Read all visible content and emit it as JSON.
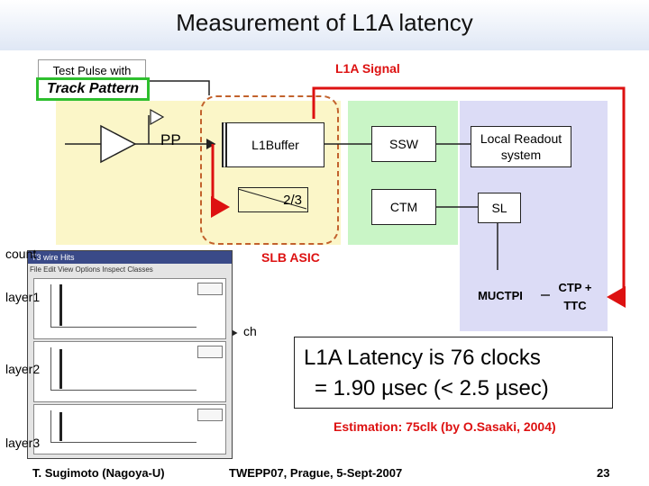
{
  "slide": {
    "title": "Measurement of L1A latency",
    "footer_left": "T. Sugimoto (Nagoya-U)",
    "footer_center": "TWEPP07, Prague, 5-Sept-2007",
    "page_number": "23"
  },
  "diagram": {
    "test_pulse_line1": "Test Pulse with",
    "test_pulse_line2": "Track Pattern",
    "l1a_signal": "L1A Signal",
    "pp": "PP",
    "l1buffer": "L1Buffer",
    "two_thirds": "2/3",
    "ssw": "SSW",
    "ctm": "CTM",
    "local_readout": "Local Readout system",
    "sl": "SL",
    "slb_asic": "SLB ASIC",
    "muctpi": "MUCTPI",
    "ctp_ttc": "CTP + TTC"
  },
  "histogram": {
    "y_label": "count",
    "x_label": "ch",
    "window_title": "T3 wire Hits",
    "menu": "File  Edit  View  Options  Inspect  Classes",
    "layers": [
      "layer1",
      "layer2",
      "layer3"
    ]
  },
  "result": {
    "line1": "L1A Latency is 76 clocks",
    "line2": "= 1.90 µsec (< 2.5 µsec)",
    "estimation": "Estimation: 75clk (by O.Sasaki, 2004)"
  },
  "colors": {
    "slb_region": "#fbf6c8",
    "green_region": "#c9f5c6",
    "lavender_region": "#dcdcf6",
    "signal_red": "#dd1111",
    "slb_border": "#c2622d",
    "highlight_green": "#2ebf2e"
  }
}
